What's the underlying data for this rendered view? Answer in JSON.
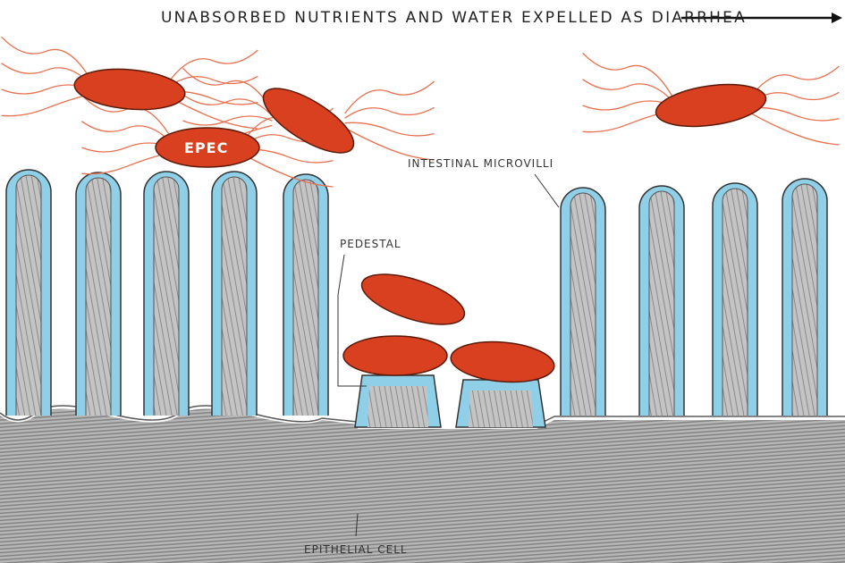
{
  "title": "UNABSORBED NUTRIENTS AND WATER EXPELLED AS DIARRHEA",
  "labels": {
    "bacteria": "EPEC",
    "microvilli": "INTESTINAL MICROVILLI",
    "pedestal": "PEDESTAL",
    "epithelial": "EPITHELIAL CELL"
  },
  "colors": {
    "bacterium": "#d8401f",
    "flagella": "#e8704f",
    "membrane": "#8fd0e8",
    "cell": "#9a9a9a",
    "outline": "#333333"
  }
}
